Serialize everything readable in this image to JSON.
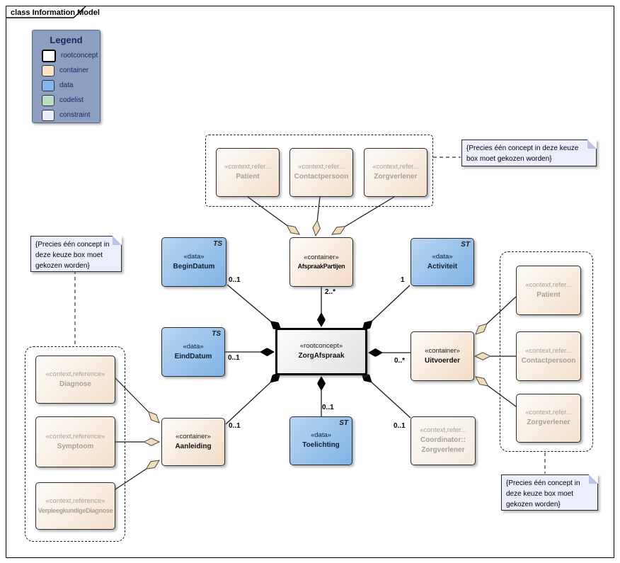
{
  "frame": {
    "title": "class Information Model"
  },
  "legend": {
    "title": "Legend",
    "items": [
      {
        "label": "rootconcept"
      },
      {
        "label": "container"
      },
      {
        "label": "data"
      },
      {
        "label": "codelist"
      },
      {
        "label": "constraint"
      }
    ]
  },
  "colors": {
    "rootconcept": "#ffffff",
    "container": "#f6e2cb",
    "data": "#85b8e8",
    "codelist": "#b7dfc7",
    "constraint": "#eaedfb",
    "legend_bg": "#8c9fc1",
    "note_bg": "#eceefb",
    "aggregation_diamond": "#f0dcbc",
    "composition_diamond": "#000000"
  },
  "nodes": {
    "zorgafspraak": {
      "stereotype": "«rootconcept»",
      "name": "ZorgAfspraak"
    },
    "begindatum": {
      "stereotype": "«data»",
      "name": "BeginDatum",
      "tag": "TS",
      "multiplicity": "0..1"
    },
    "einddatum": {
      "stereotype": "«data»",
      "name": "EindDatum",
      "tag": "TS",
      "multiplicity": "0..1"
    },
    "afspraakpartijen": {
      "stereotype": "«container»",
      "name": "AfspraakPartijen",
      "multiplicity": "2..*"
    },
    "activiteit": {
      "stereotype": "«data»",
      "name": "Activiteit",
      "tag": "ST",
      "multiplicity": "1"
    },
    "uitvoerder": {
      "stereotype": "«container»",
      "name": "Uitvoerder",
      "multiplicity": "0..*"
    },
    "aanleiding": {
      "stereotype": "«container»",
      "name": "Aanleiding",
      "multiplicity": "0..1"
    },
    "toelichting": {
      "stereotype": "«data»",
      "name": "Toelichting",
      "tag": "ST",
      "multiplicity": "0..1"
    },
    "coordinator": {
      "stereotype": "«context,refer...",
      "name": "Coordinator::",
      "name2": "Zorgverlener",
      "multiplicity": "0..1"
    }
  },
  "groups": {
    "top": {
      "items": [
        {
          "stereotype": "«context,refer...",
          "name": "Patient"
        },
        {
          "stereotype": "«context,refer...",
          "name": "Contactpersoon"
        },
        {
          "stereotype": "«context,refer...",
          "name": "Zorgverlener"
        }
      ]
    },
    "right": {
      "items": [
        {
          "stereotype": "«context,refer...",
          "name": "Patient"
        },
        {
          "stereotype": "«context,refer...",
          "name": "Contactpersoon"
        },
        {
          "stereotype": "«context,refer...",
          "name": "Zorgverlener"
        }
      ]
    },
    "left": {
      "items": [
        {
          "stereotype": "«context,reference»",
          "name": "Diagnose"
        },
        {
          "stereotype": "«context,reference»",
          "name": "Symptoom"
        },
        {
          "stereotype": "«context,reference»",
          "name": "VerpleegkundigeDiagnose"
        }
      ]
    }
  },
  "notes": {
    "top_right": {
      "text": "{Precies één concept in deze keuze box moet gekozen worden}"
    },
    "left": {
      "text": "{Precies één concept in deze keuze box moet gekozen worden}"
    },
    "bottom_right": {
      "text": "{Precies één concept in deze keuze box moet gekozen worden}"
    }
  }
}
